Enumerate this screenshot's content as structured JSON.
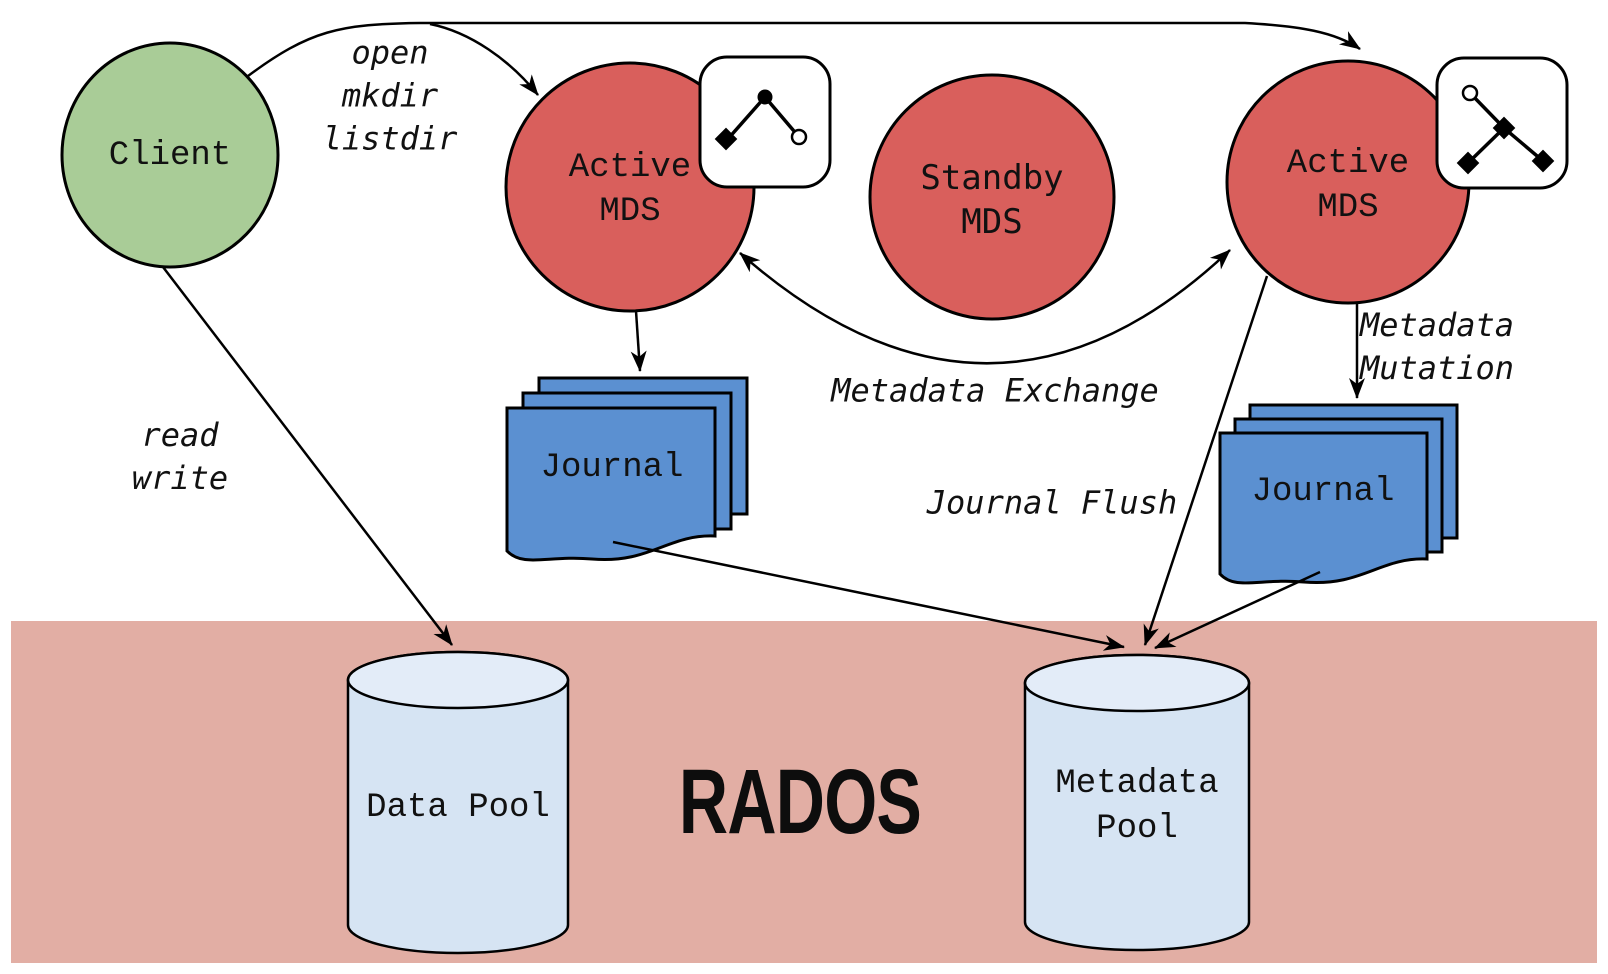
{
  "diagram": {
    "nodes": {
      "client": {
        "label": "Client",
        "color": "#a9cc97"
      },
      "active_mds_left": {
        "line1": "Active",
        "line2": "MDS",
        "color": "#d95f5c"
      },
      "standby_mds": {
        "line1": "Standby",
        "line2": "MDS",
        "color": "#d95f5c"
      },
      "active_mds_right": {
        "line1": "Active",
        "line2": "MDS",
        "color": "#d95f5c"
      },
      "journal_left": {
        "label": "Journal",
        "color": "#5b90d1"
      },
      "journal_right": {
        "label": "Journal",
        "color": "#5b90d1"
      },
      "data_pool": {
        "label": "Data Pool",
        "color": "#d6e4f3",
        "top_color": "#e3ecf8"
      },
      "metadata_pool": {
        "line1": "Metadata",
        "line2": "Pool",
        "color": "#d6e4f3",
        "top_color": "#e3ecf8"
      }
    },
    "band": {
      "label": "RADOS",
      "color": "#e2aea4"
    },
    "edges": {
      "client_to_mds": {
        "line1": "open",
        "line2": "mkdir",
        "line3": "listdir"
      },
      "client_to_data_pool": {
        "line1": "read",
        "line2": "write"
      },
      "mds_exchange": {
        "label": "Metadata Exchange"
      },
      "journal_flush": {
        "label": "Journal Flush"
      },
      "metadata_mutation": {
        "line1": "Metadata",
        "line2": "Mutation"
      }
    },
    "icons": {
      "left": "subtree-tree-icon",
      "right": "subtree-tree-icon"
    },
    "stroke_color": "#000000"
  }
}
